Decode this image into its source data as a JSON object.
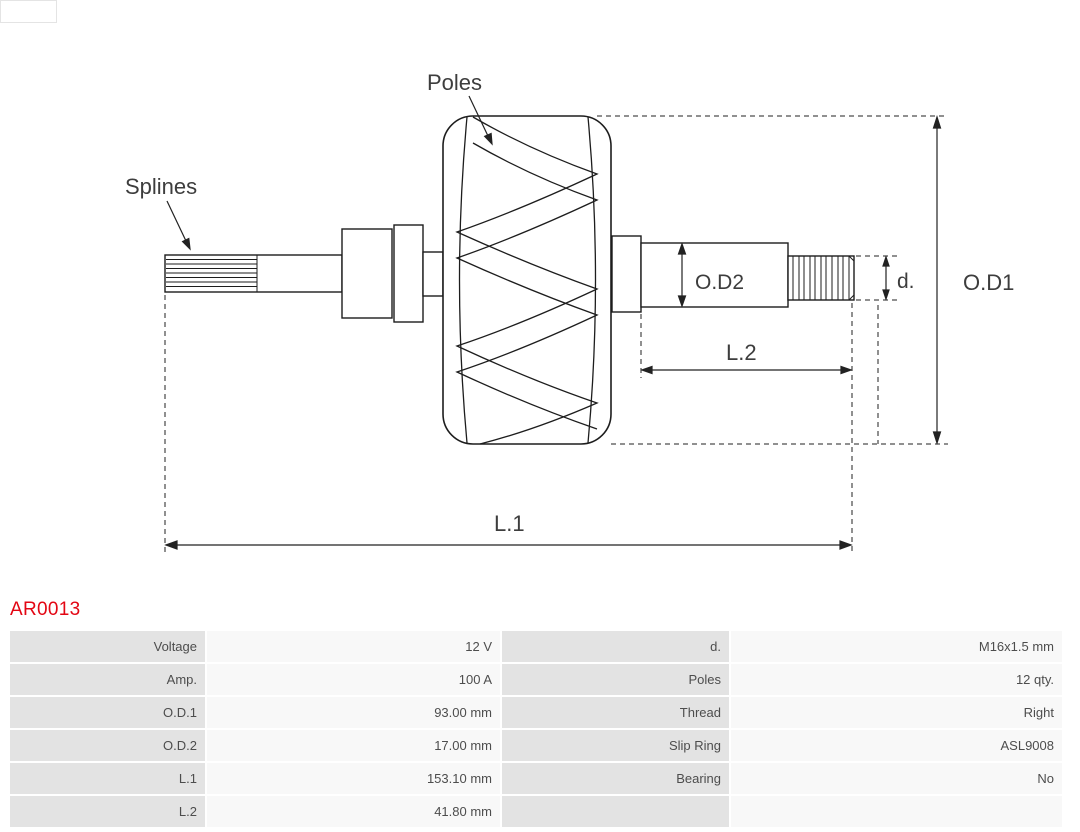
{
  "part": {
    "number": "AR0013",
    "accent_color": "#e30613"
  },
  "diagram": {
    "labels": {
      "poles": "Poles",
      "splines": "Splines",
      "od2": "O.D2",
      "d": "d.",
      "od1": "O.D1",
      "l2": "L.2",
      "l1": "L.1"
    }
  },
  "spec_table": {
    "colors": {
      "label_bg": "#e3e3e3",
      "value_bg": "#f8f8f8",
      "text": "#4d4d4d"
    },
    "rows": [
      {
        "left_label": "Voltage",
        "left_value": "12 V",
        "right_label": "d.",
        "right_value": "M16x1.5 mm"
      },
      {
        "left_label": "Amp.",
        "left_value": "100 A",
        "right_label": "Poles",
        "right_value": "12 qty."
      },
      {
        "left_label": "O.D.1",
        "left_value": "93.00 mm",
        "right_label": "Thread",
        "right_value": "Right"
      },
      {
        "left_label": "O.D.2",
        "left_value": "17.00 mm",
        "right_label": "Slip Ring",
        "right_value": "ASL9008"
      },
      {
        "left_label": "L.1",
        "left_value": "153.10 mm",
        "right_label": "Bearing",
        "right_value": "No"
      },
      {
        "left_label": "L.2",
        "left_value": "41.80 mm",
        "right_label": "",
        "right_value": ""
      }
    ]
  }
}
